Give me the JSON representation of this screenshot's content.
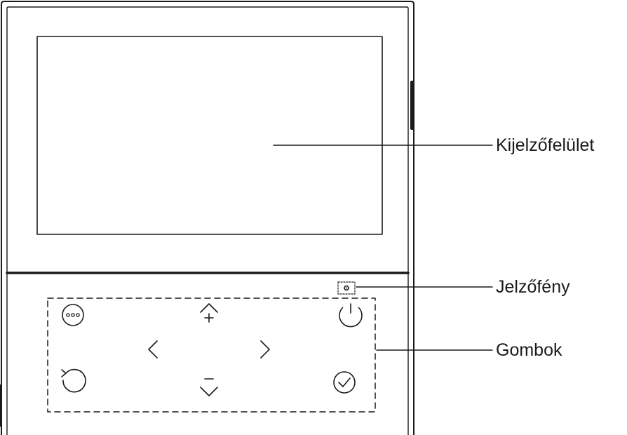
{
  "labels": {
    "display": "Kijelzőfelület",
    "indicator": "Jelzőfény",
    "buttons": "Gombok"
  },
  "buttons": [
    {
      "id": "menu",
      "icon": "menu-dots-icon"
    },
    {
      "id": "up-plus",
      "icon": "chevron-up-plus-icon"
    },
    {
      "id": "power",
      "icon": "power-icon"
    },
    {
      "id": "left",
      "icon": "chevron-left-icon"
    },
    {
      "id": "right",
      "icon": "chevron-right-icon"
    },
    {
      "id": "back",
      "icon": "back-arrow-icon"
    },
    {
      "id": "down-minus",
      "icon": "chevron-down-minus-icon"
    },
    {
      "id": "confirm",
      "icon": "check-circle-icon"
    }
  ],
  "colors": {
    "stroke": "#1a1a1a",
    "background": "#ffffff"
  }
}
